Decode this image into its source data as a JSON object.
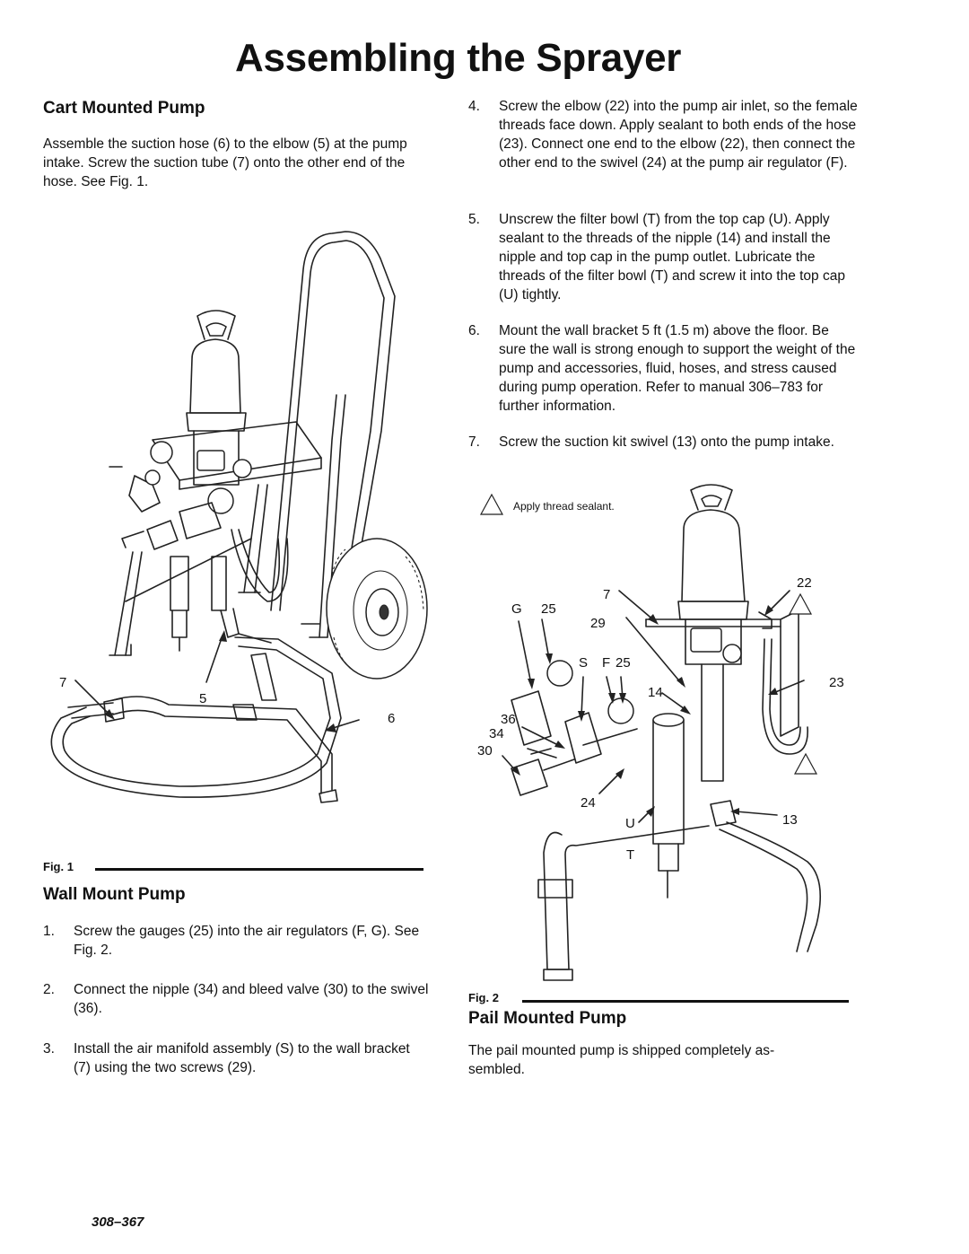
{
  "title": "Assembling the Sprayer",
  "cart": {
    "heading": "Cart Mounted Pump",
    "body": "Assemble the suction hose (6) to the elbow (5) at the pump intake. Screw the suction tube (7) onto the other end of the hose. See Fig. 1."
  },
  "fig1": {
    "label": "Fig. 1",
    "callouts": {
      "c7": "7",
      "c5": "5",
      "c6": "6"
    }
  },
  "wall": {
    "heading": "Wall Mount Pump",
    "steps": [
      {
        "num": "1.",
        "text": "Screw the gauges (25) into the air regulators (F, G). See Fig. 2."
      },
      {
        "num": "2.",
        "text": "Connect the nipple (34) and bleed valve (30) to the swivel (36)."
      },
      {
        "num": "3.",
        "text": "Install the air manifold assembly (S) to the wall bracket (7) using the two screws (29)."
      },
      {
        "num": "4.",
        "text": "Screw the elbow (22) into the pump air inlet, so the female threads face down. Apply sealant to both ends of the hose (23). Connect one end to the elbow (22), then connect the other end to the swivel (24) at the pump air regulator (F)."
      },
      {
        "num": "5.",
        "text": "Unscrew the filter bowl (T) from the top cap (U). Apply sealant to the threads of the nipple (14) and install the nipple and top cap in the pump outlet. Lubricate the threads of the filter bowl (T) and screw it into the top cap (U) tightly."
      },
      {
        "num": "6.",
        "text": "Mount the wall bracket 5 ft (1.5 m) above the floor. Be sure the wall is strong enough to support the weight of the pump and accessories, fluid, hoses, and stress caused during pump operation. Refer to manual 306–783 for further information."
      },
      {
        "num": "7.",
        "text": "Screw the suction kit swivel (13) onto the pump intake."
      }
    ]
  },
  "fig2": {
    "legend": "Apply thread sealant.",
    "label": "Fig. 2",
    "callouts": {
      "c7": "7",
      "c22": "22",
      "cG": "G",
      "c25a": "25",
      "c29": "29",
      "cS": "S",
      "cF": "F",
      "c25b": "25",
      "c14": "14",
      "c23": "23",
      "c36": "36",
      "c34": "34",
      "c30": "30",
      "c24": "24",
      "cU": "U",
      "c13": "13",
      "cT": "T"
    }
  },
  "pail": {
    "heading": "Pail Mounted Pump",
    "body": "The pail mounted pump is shipped completely as- sembled."
  },
  "footer": "308–367"
}
